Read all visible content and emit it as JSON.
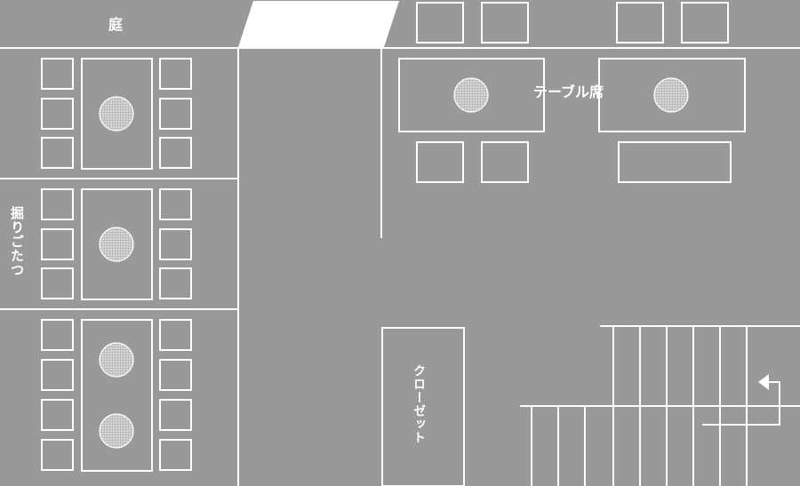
{
  "labels": {
    "garden": "庭",
    "table_seats": "テーブル席",
    "horigotatsu": "掘りごたつ",
    "closet": "クローゼット"
  },
  "colors": {
    "background": "#999999",
    "line": "#ffffff",
    "burner_fill": "#c8c8c8"
  },
  "icons": {
    "stairs_direction": "arrow-turn-up-left-icon"
  }
}
